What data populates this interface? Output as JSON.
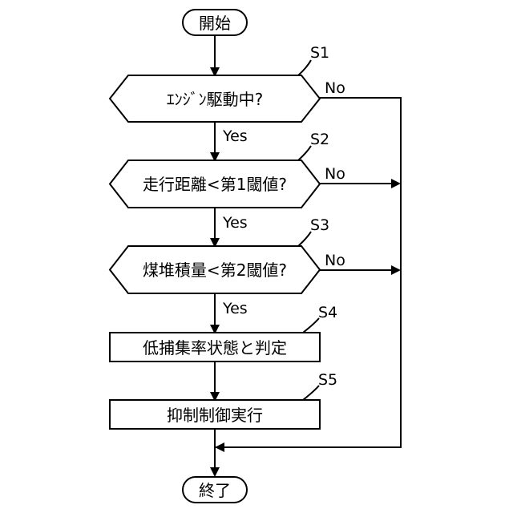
{
  "flowchart": {
    "start": "開始",
    "end": "終了",
    "steps": [
      {
        "id": "S1",
        "kind": "decision",
        "text": "ｴﾝｼﾞﾝ駆動中?",
        "yes": "Yes",
        "no": "No"
      },
      {
        "id": "S2",
        "kind": "decision",
        "text": "走行距離<第1閾値?",
        "yes": "Yes",
        "no": "No"
      },
      {
        "id": "S3",
        "kind": "decision",
        "text": "煤堆積量<第2閾値?",
        "yes": "Yes",
        "no": "No"
      },
      {
        "id": "S4",
        "kind": "process",
        "text": "低捕集率状態と判定"
      },
      {
        "id": "S5",
        "kind": "process",
        "text": "抑制制御実行"
      }
    ]
  }
}
